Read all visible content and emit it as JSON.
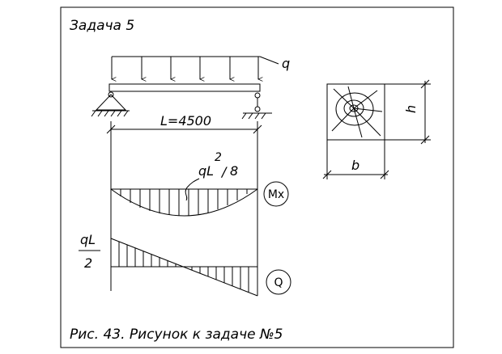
{
  "title": "Задача 5",
  "load_label": "q",
  "span_label": "L=4500",
  "moment_formula": {
    "base": "qL",
    "exponent": "2",
    "slash": "/",
    "divisor": "8"
  },
  "moment_tag": "Mx",
  "shear_formula": {
    "numerator": "qL",
    "denominator": "2"
  },
  "shear_tag": "Q",
  "section": {
    "height_label": "h",
    "width_label": "b"
  },
  "caption": "Рис. 43. Рисунок к задаче №5"
}
